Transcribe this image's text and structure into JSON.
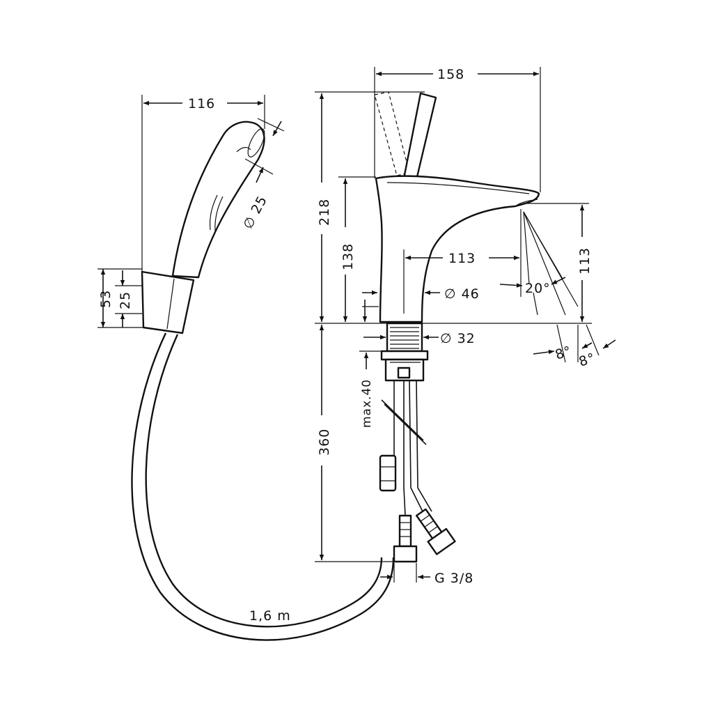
{
  "dimensions": {
    "shower_width": "116",
    "shower_tip_diameter": "∅ 25",
    "holder_height": "53",
    "holder_inner": "25",
    "hose_length": "1,6 m",
    "faucet_width": "158",
    "total_height": "218",
    "spout_height": "138",
    "spout_reach": "113",
    "body_diameter": "∅ 46",
    "stream_height": "113",
    "stream_angle": "20°",
    "base_diameter": "∅ 32",
    "max_thickness": "max.40",
    "hose_length_faucet": "360",
    "connection": "G 3/8",
    "spread_angle_left": "8°",
    "spread_angle_right": "8°"
  }
}
